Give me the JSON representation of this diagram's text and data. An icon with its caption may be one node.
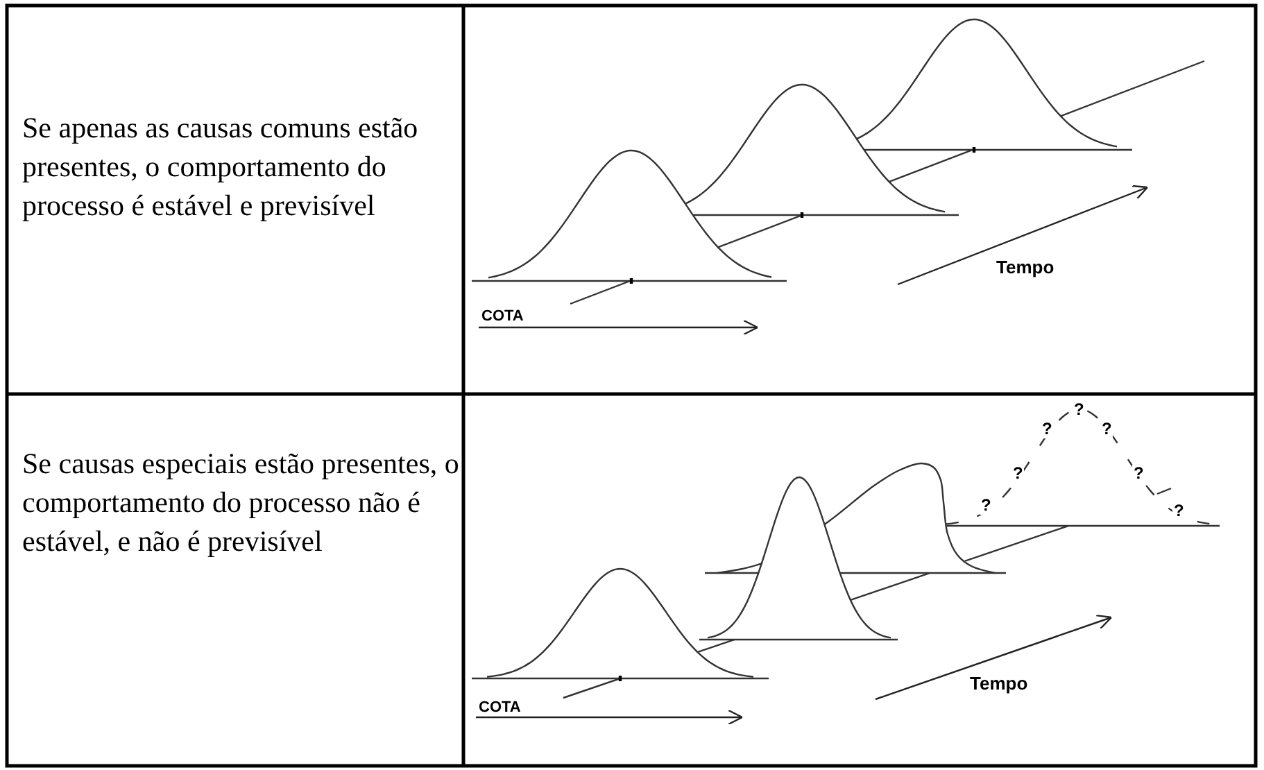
{
  "diagram": {
    "labels": [
      "Se apenas as causas comuns estão presentes, o comportamento do processo é estável e previsível",
      "Tempo",
      "COTA",
      "Se causas especiais estão presentes, o comportamento do processo não é estável, e não é previsível",
      "?",
      "?",
      "?",
      "?",
      "?",
      "?",
      "?",
      "Tempo",
      "COTA"
    ]
  }
}
